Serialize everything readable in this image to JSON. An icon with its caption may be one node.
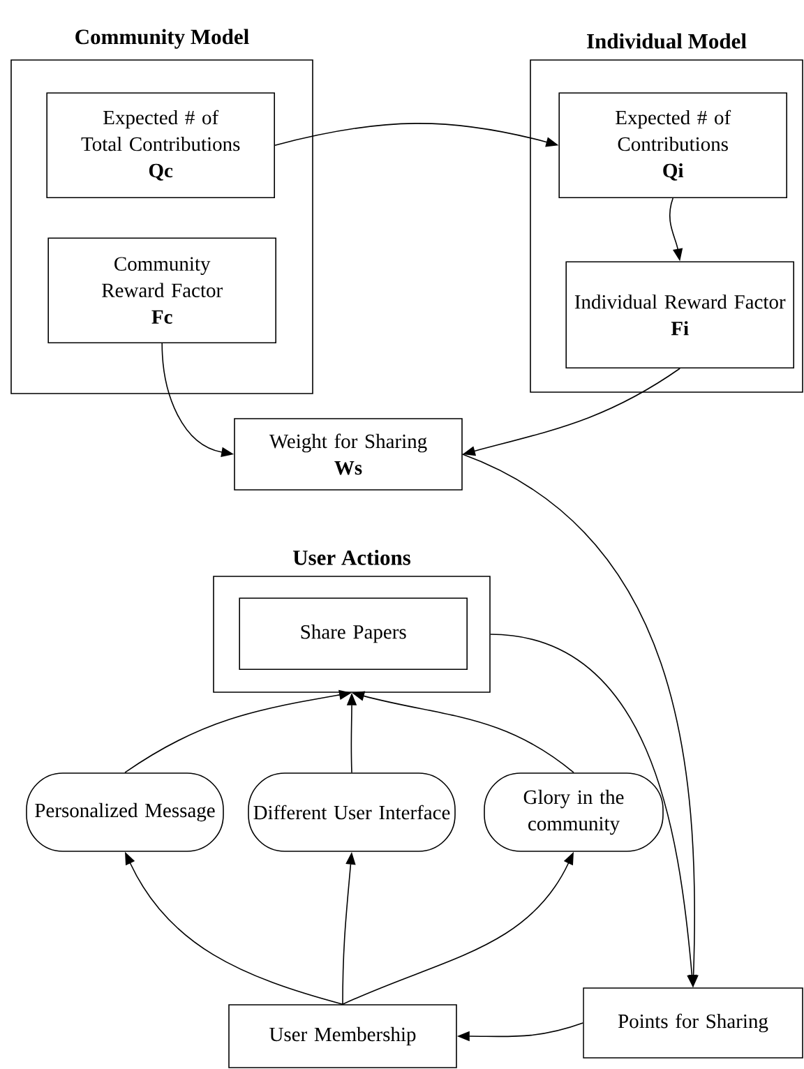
{
  "diagram": {
    "nodes": [
      {
        "text": [
          "Community Model"
        ]
      },
      {
        "text": [
          "Expected # of Total Contributions",
          "Qc"
        ],
        "in": 0
      },
      {
        "text": [
          "Community Reward Factor",
          "Fc"
        ],
        "in": 0
      },
      {
        "text": [
          "Individual Model"
        ]
      },
      {
        "text": [
          "Expected # of Contributions",
          "Qi"
        ],
        "in": 3
      },
      {
        "text": [
          "Individual Reward Factor",
          "Fi"
        ],
        "in": 3
      },
      {
        "text": [
          "Weight for Sharing",
          "Ws"
        ]
      },
      {
        "text": [
          "User Actions"
        ]
      },
      {
        "text": [
          "Share Papers"
        ],
        "in": 7
      },
      {
        "text": [
          "Personalized Message"
        ]
      },
      {
        "text": [
          "Different User Interface"
        ]
      },
      {
        "text": [
          "Glory in the community"
        ]
      },
      {
        "text": [
          "User Membership"
        ]
      },
      {
        "text": [
          "Points for Sharing"
        ]
      }
    ],
    "edges": [
      {
        "from": 1,
        "to": 4,
        "arrow": "to"
      },
      {
        "from": 4,
        "to": 5,
        "arrow": "to"
      },
      {
        "from": 2,
        "to": 6,
        "arrow": "to"
      },
      {
        "from": 5,
        "to": 6,
        "arrow": "to"
      },
      {
        "from": 6,
        "to": 13,
        "arrow": "to"
      },
      {
        "from": 7,
        "to": 13,
        "arrow": "to"
      },
      {
        "from": 9,
        "to": 7,
        "arrow": "to"
      },
      {
        "from": 10,
        "to": 7,
        "arrow": "to"
      },
      {
        "from": 11,
        "to": 7,
        "arrow": "to"
      },
      {
        "from": 12,
        "to": 9,
        "arrow": "to"
      },
      {
        "from": 12,
        "to": 10,
        "arrow": "to"
      },
      {
        "from": 12,
        "to": 11,
        "arrow": "to"
      },
      {
        "from": 13,
        "to": 12,
        "arrow": "to"
      }
    ]
  }
}
